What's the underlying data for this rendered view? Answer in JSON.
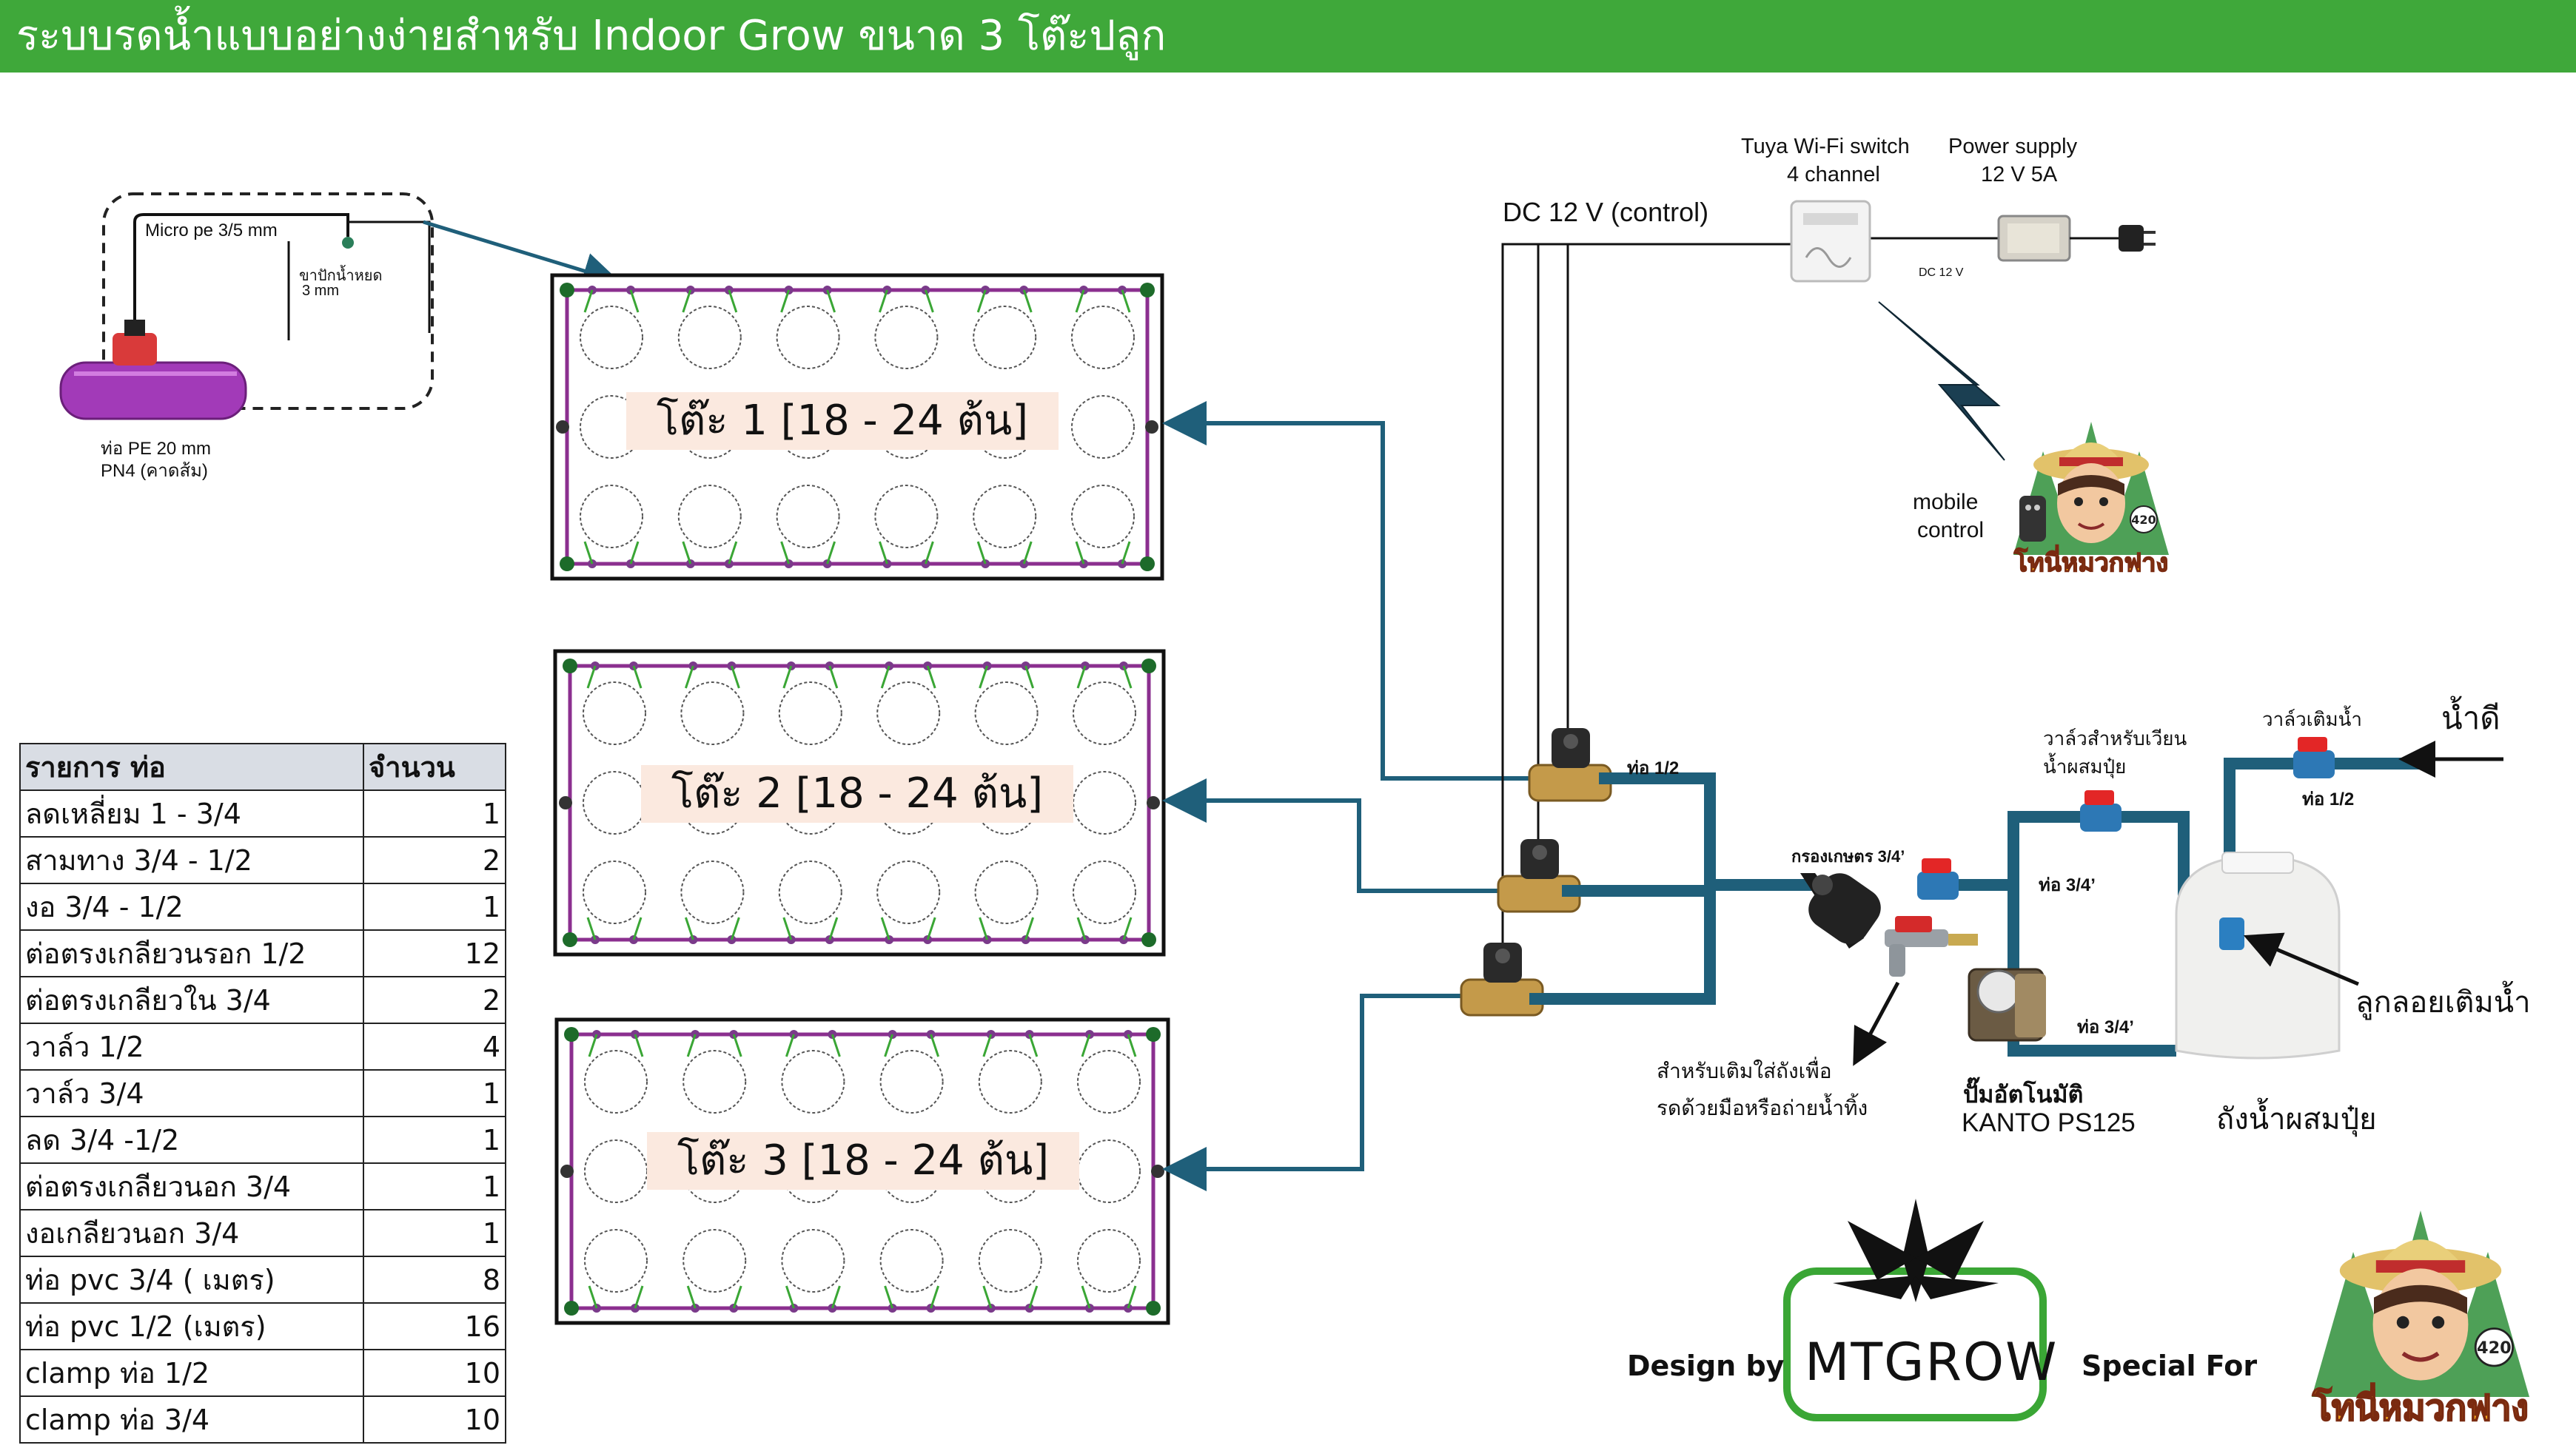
{
  "title": "ระบบรดน้ำแบบอย่างง่ายสำหรับ  Indoor Grow ขนาด 3 โต๊ะปลูก",
  "detail": {
    "micro_pe": "Micro pe 3/5 mm",
    "stake_line1": "ขาปักน้ำหยด",
    "stake_line2": "3 mm",
    "pe_line1": "ท่อ PE 20 mm",
    "pe_line2": "PN4 (คาดส้ม)"
  },
  "tables": [
    {
      "label": "โต๊ะ 1   [18 - 24 ต้น]"
    },
    {
      "label": "โต๊ะ 2   [18 - 24 ต้น]"
    },
    {
      "label": "โต๊ะ 3   [18 - 24 ต้น]"
    }
  ],
  "bom": {
    "header_item": "รายการ ท่อ",
    "header_qty": "จำนวน",
    "rows": [
      {
        "item": "ลดเหลี่ยม 1 - 3/4",
        "qty": "1"
      },
      {
        "item": "สามทาง 3/4  - 1/2",
        "qty": "2"
      },
      {
        "item": "งอ 3/4 - 1/2",
        "qty": "1"
      },
      {
        "item": "ต่อตรงเกลียวนรอก 1/2",
        "qty": "12"
      },
      {
        "item": "ต่อตรงเกลียวใน 3/4",
        "qty": "2"
      },
      {
        "item": "วาล์ว 1/2",
        "qty": "4"
      },
      {
        "item": "วาล์ว 3/4",
        "qty": "1"
      },
      {
        "item": "ลด 3/4 -1/2",
        "qty": "1"
      },
      {
        "item": "ต่อตรงเกลียวนอก 3/4",
        "qty": "1"
      },
      {
        "item": "งอเกลียวนอก 3/4",
        "qty": "1"
      },
      {
        "item": "ท่อ pvc 3/4 ( เมตร)",
        "qty": "8"
      },
      {
        "item": "ท่อ pvc 1/2  (เมตร)",
        "qty": "16"
      },
      {
        "item": "clamp ท่อ 1/2",
        "qty": "10"
      },
      {
        "item": "clamp ท่อ 3/4",
        "qty": "10"
      }
    ]
  },
  "control": {
    "dc_control": "DC 12 V (control)",
    "tuya_line1": "Tuya  Wi-Fi switch",
    "tuya_line2": "4 channel",
    "power_line1": "Power supply",
    "power_line2": "12 V  5A",
    "dc_small": "DC 12 V",
    "mobile_line1": "mobile",
    "mobile_line2": "control"
  },
  "plumbing": {
    "pipe_half_a": "ท่อ 1/2",
    "filter": "กรองเกษตร 3/4’",
    "pipe_34_a": "ท่อ 3/4’",
    "pipe_34_b": "ท่อ 3/4’",
    "recirc_line1": "วาล์วสำหรับเวียน",
    "recirc_line2": "น้ำผสมปุ๋ย",
    "fill_valve": "วาล์วเติมน้ำ",
    "pipe_half_b": "ท่อ 1/2",
    "clean_water": "น้ำดี",
    "float": "ลูกลอยเติมน้ำ",
    "tap_line1": "สำหรับเติมใส่ถังเพื่อ",
    "tap_line2": "รดด้วยมือหรือถ่ายน้ำทิ้ง",
    "pump_line1": "ปั๊มอัตโนมัติ",
    "pump_line2": "KANTO PS125",
    "tank": "ถังน้ำผสมปุ๋ย"
  },
  "credits": {
    "design_by": "Design by",
    "brand": "MTGROW",
    "special_for": "Special For",
    "mascot_num": "420",
    "mascot_name": "โทนี่หมวกฟาง"
  },
  "colors": {
    "title_bar": "#3fa83a",
    "pipe": "#1f5f7a",
    "drip_line": "#8b2f8f",
    "brand_green": "#3aa635"
  }
}
